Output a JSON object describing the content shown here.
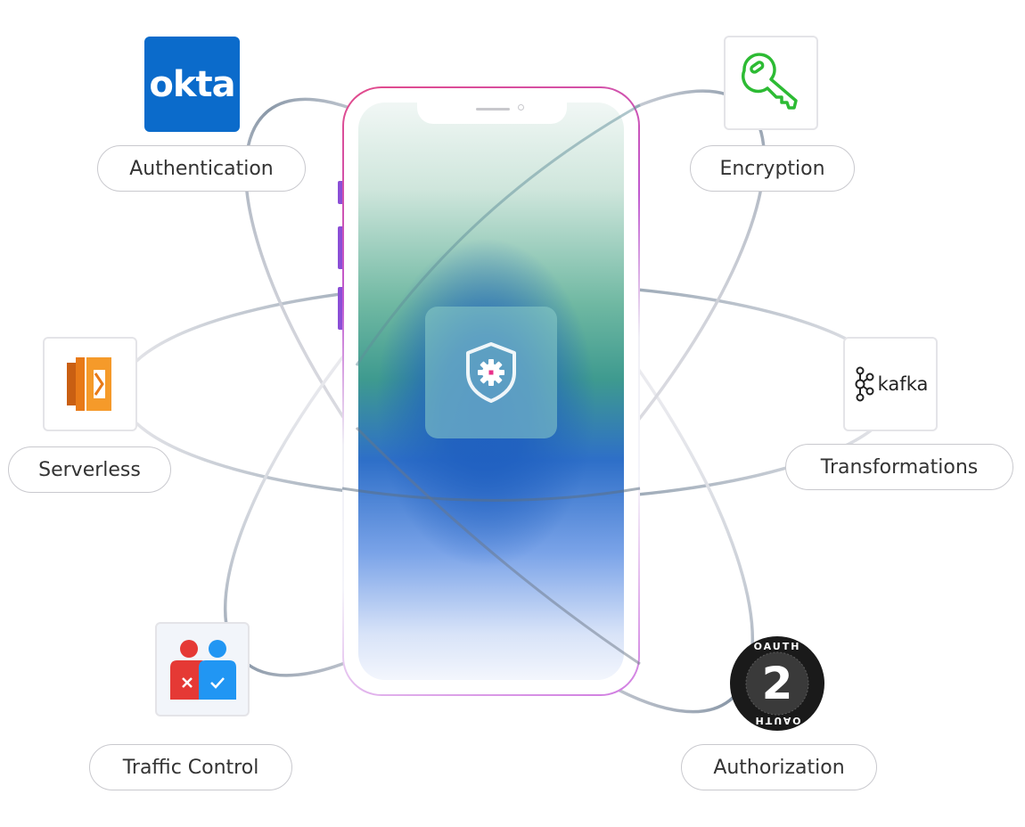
{
  "features": {
    "authentication": {
      "label": "Authentication",
      "logo_text": "okta",
      "icon": "okta-logo"
    },
    "encryption": {
      "label": "Encryption",
      "icon": "key-icon",
      "color": "#2dbb34"
    },
    "serverless": {
      "label": "Serverless",
      "icon": "aws-lambda-icon",
      "color": "#f28a1e"
    },
    "transformations": {
      "label": "Transformations",
      "logo_text": "kafka",
      "icon": "kafka-logo"
    },
    "traffic_control": {
      "label": "Traffic Control",
      "icon": "two-users-allow-deny-icon"
    },
    "authorization": {
      "label": "Authorization",
      "logo_text": "2",
      "badge_top": "OAUTH",
      "badge_bottom": "OAUTH",
      "icon": "oauth2-badge"
    }
  },
  "center": {
    "icon": "shield-gear-icon"
  },
  "colors": {
    "okta_blue": "#0b6bcb",
    "phone_edge": "#d04aa8",
    "center_accent": "#e8308a"
  }
}
